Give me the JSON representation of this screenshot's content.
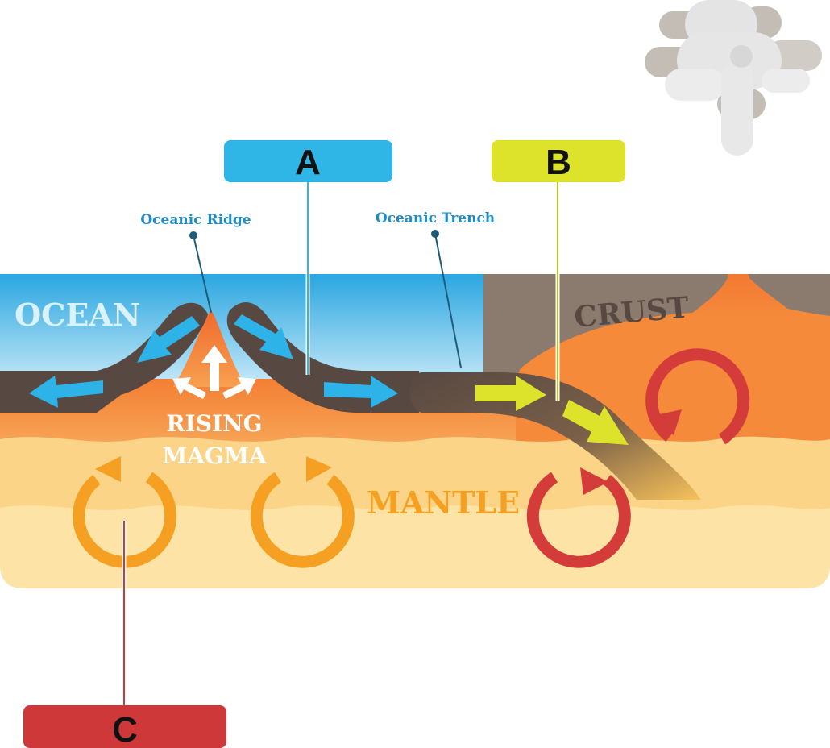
{
  "labels": {
    "box_a": "A",
    "box_b": "B",
    "box_c": "C",
    "oceanic_ridge": "Oceanic Ridge",
    "oceanic_trench": "Oceanic Trench",
    "ocean": "OCEAN",
    "crust": "CRUST",
    "rising": "RISING",
    "magma": "MAGMA",
    "mantle": "MANTLE"
  },
  "colors": {
    "box_a": "#2fb5e6",
    "box_b": "#dde22b",
    "box_c": "#cf3838",
    "ocean_top": "#2aa6e0",
    "ocean_bottom": "#c9eaf8",
    "plate": "#574842",
    "crust": "#8b7b6e",
    "magma_orange": "#f48a3a",
    "mantle_light": "#fde4a6",
    "arrow_blue": "#2db3e8",
    "arrow_yellow": "#dde22b",
    "arrow_white": "#ffffff",
    "convection_orange": "#f5a023",
    "convection_red": "#d43c3a",
    "lava": "#f26a2a",
    "smoke": "#c4bdb6",
    "ocean_text": "#d9f2fb",
    "trench_label": "#1f8cc9",
    "mantle_text": "#f5a023"
  },
  "icons": [
    "volcano-icon",
    "smoke-cloud-icon",
    "convection-arrow-icon",
    "flow-arrow-icon"
  ]
}
